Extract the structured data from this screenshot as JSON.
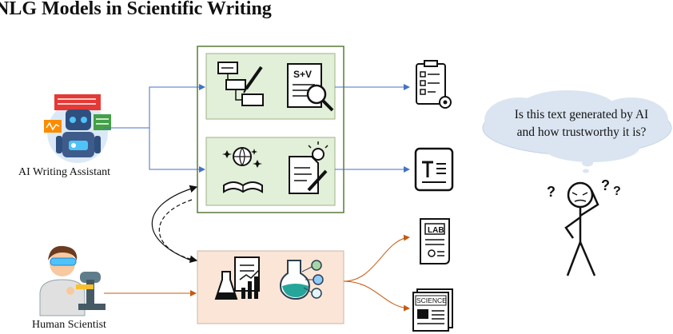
{
  "title": "NLG Models in Scientific Writing",
  "actors": {
    "ai_label": "AI Writing Assistant",
    "human_label": "Human Scientist"
  },
  "outputs": {
    "lab_label": "LAB",
    "science_label": "SCIENCE",
    "sv_label": "S+V"
  },
  "thought": {
    "line1": "Is this text generated by AI",
    "line2": "and how trustworthy  it is?"
  },
  "colors": {
    "green_fill": "#e2efd9",
    "green_border": "#5a7a3a",
    "peach_fill": "#fbe5d6",
    "peach_border": "#c9b7aa",
    "blue_arrow": "#4472c4",
    "orange_arrow": "#c55a11",
    "cloud": "#dbe5f1"
  }
}
